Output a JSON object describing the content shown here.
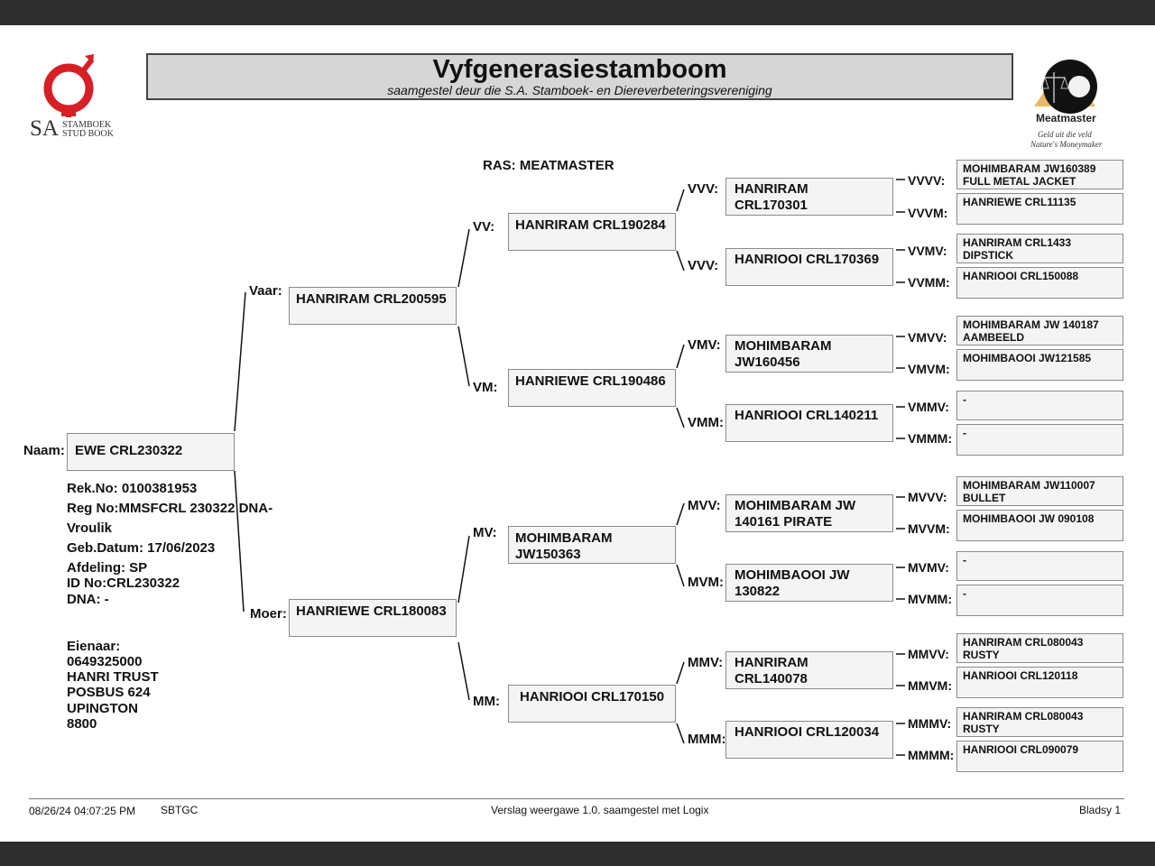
{
  "header": {
    "title": "Vyfgenerasiestamboom",
    "subtitle": "saamgestel deur die S.A. Stamboek- en Diereverbeteringsvereniging",
    "left_logo": {
      "line1": "STAMBOEK",
      "line2": "STUD BOOK",
      "mark": "SA",
      "color": "#d71f26"
    },
    "right_logo": {
      "name": "Meatmaster",
      "tag1": "Geld uit die veld",
      "tag2": "Nature's Moneymaker"
    }
  },
  "breed": "RAS: MEATMASTER",
  "animal": {
    "label": "Naam:",
    "name": "EWE CRL230322",
    "details": [
      "Rek.No: 0100381953",
      "Reg No:MMSFCRL 230322 DNA-",
      "Vroulik",
      "Geb.Datum: 17/06/2023",
      "Afdeling: SP",
      "ID No:CRL230322",
      "DNA: -"
    ],
    "owner": [
      "Eienaar:",
      "0649325000",
      "HANRI TRUST",
      "POSBUS 624",
      "UPINGTON",
      "8800"
    ]
  },
  "gen1": [
    {
      "label": "Vaar:",
      "name": "HANRIRAM CRL200595"
    },
    {
      "label": "Moer:",
      "name": "HANRIEWE CRL180083"
    }
  ],
  "gen2": [
    {
      "label": "VV:",
      "name": "HANRIRAM CRL190284"
    },
    {
      "label": "VM:",
      "name": "HANRIEWE CRL190486"
    },
    {
      "label": "MV:",
      "name": "MOHIMBARAM JW150363"
    },
    {
      "label": "MM:",
      "name": "HANRIOOI CRL170150"
    }
  ],
  "gen3": [
    {
      "label": "VVV:",
      "name": "HANRIRAM CRL170301"
    },
    {
      "label": "VVV:",
      "name": "HANRIOOI CRL170369"
    },
    {
      "label": "VMV:",
      "name": "MOHIMBARAM JW160456"
    },
    {
      "label": "VMM:",
      "name": "HANRIOOI CRL140211"
    },
    {
      "label": "MVV:",
      "name": "MOHIMBARAM JW 140161 PIRATE"
    },
    {
      "label": "MVM:",
      "name": "MOHIMBAOOI JW 130822"
    },
    {
      "label": "MMV:",
      "name": "HANRIRAM CRL140078"
    },
    {
      "label": "MMM:",
      "name": "HANRIOOI CRL120034"
    }
  ],
  "gen4": [
    {
      "label": "VVVV:",
      "name": "MOHIMBARAM JW160389 FULL METAL JACKET"
    },
    {
      "label": "VVVM:",
      "name": "HANRIEWE CRL11135"
    },
    {
      "label": "VVMV:",
      "name": "HANRIRAM CRL1433 DIPSTICK"
    },
    {
      "label": "VVMM:",
      "name": "HANRIOOI CRL150088"
    },
    {
      "label": "VMVV:",
      "name": "MOHIMBARAM JW 140187 AAMBEELD"
    },
    {
      "label": "VMVM:",
      "name": "MOHIMBAOOI JW121585"
    },
    {
      "label": "VMMV:",
      "name": "-"
    },
    {
      "label": "VMMM:",
      "name": "-"
    },
    {
      "label": "MVVV:",
      "name": "MOHIMBARAM JW110007 BULLET"
    },
    {
      "label": "MVVM:",
      "name": "MOHIMBAOOI JW 090108"
    },
    {
      "label": "MVMV:",
      "name": "-"
    },
    {
      "label": "MVMM:",
      "name": "-"
    },
    {
      "label": "MMVV:",
      "name": "HANRIRAM CRL080043 RUSTY"
    },
    {
      "label": "MMVM:",
      "name": "HANRIOOI CRL120118"
    },
    {
      "label": "MMMV:",
      "name": "HANRIRAM CRL080043 RUSTY"
    },
    {
      "label": "MMMM:",
      "name": "HANRIOOI CRL090079"
    }
  ],
  "footer": {
    "timestamp": "08/26/24 04:07:25 PM",
    "code": "SBTGC",
    "version": "Verslag weergawe 1.0. saamgestel met Logix",
    "page": "Bladsy 1"
  }
}
